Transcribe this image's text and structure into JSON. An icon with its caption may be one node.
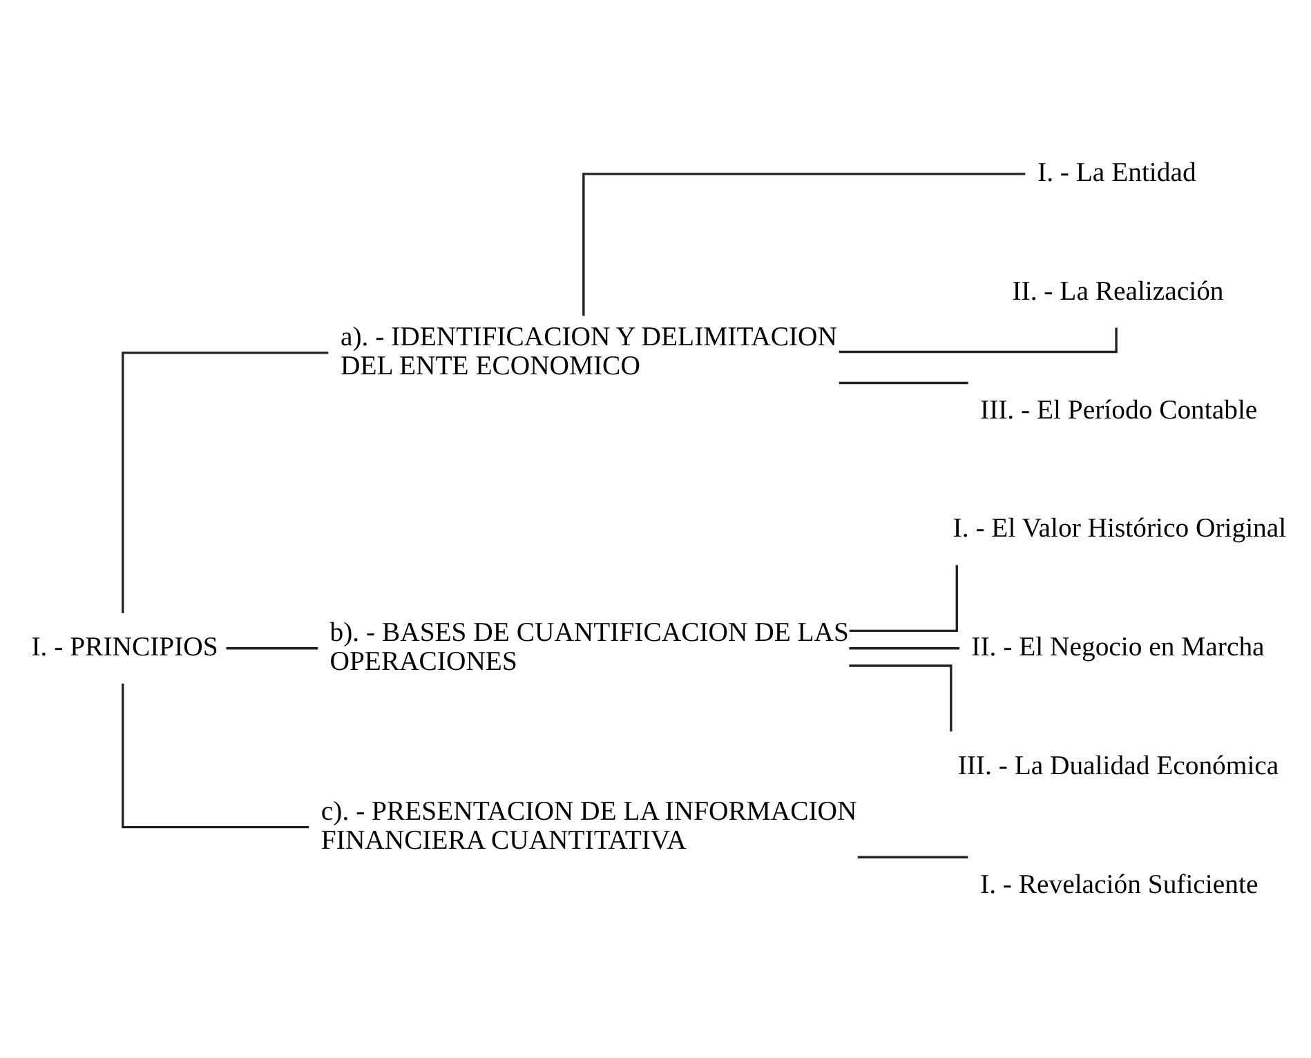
{
  "diagram": {
    "nodes": [
      {
        "text": [
          "I. - PRINCIPIOS"
        ]
      },
      {
        "text": [
          "a). - IDENTIFICACION Y DELIMITACION DEL ENTE ECONOMICO"
        ]
      },
      {
        "text": [
          "I. - La Entidad"
        ]
      },
      {
        "text": [
          "II. - La Realización"
        ]
      },
      {
        "text": [
          "III. - El Período Contable"
        ]
      },
      {
        "text": [
          "b). - BASES DE CUANTIFICACION DE LAS OPERACIONES"
        ]
      },
      {
        "text": [
          "I. - El Valor Histórico Original"
        ]
      },
      {
        "text": [
          "II. - El Negocio en Marcha"
        ]
      },
      {
        "text": [
          "III. - La Dualidad Económica"
        ]
      },
      {
        "text": [
          "c). - PRESENTACION DE LA INFORMACION FINANCIERA CUANTITATIVA"
        ]
      },
      {
        "text": [
          "I. - Revelación Suficiente"
        ]
      }
    ],
    "edges": [
      {
        "from": 0,
        "to": 1,
        "arrow": "none"
      },
      {
        "from": 0,
        "to": 5,
        "arrow": "none"
      },
      {
        "from": 0,
        "to": 9,
        "arrow": "none"
      },
      {
        "from": 1,
        "to": 2,
        "arrow": "none"
      },
      {
        "from": 1,
        "to": 3,
        "arrow": "none"
      },
      {
        "from": 1,
        "to": 4,
        "arrow": "none"
      },
      {
        "from": 5,
        "to": 6,
        "arrow": "none"
      },
      {
        "from": 5,
        "to": 7,
        "arrow": "none"
      },
      {
        "from": 5,
        "to": 8,
        "arrow": "none"
      },
      {
        "from": 9,
        "to": 10,
        "arrow": "none"
      }
    ]
  }
}
